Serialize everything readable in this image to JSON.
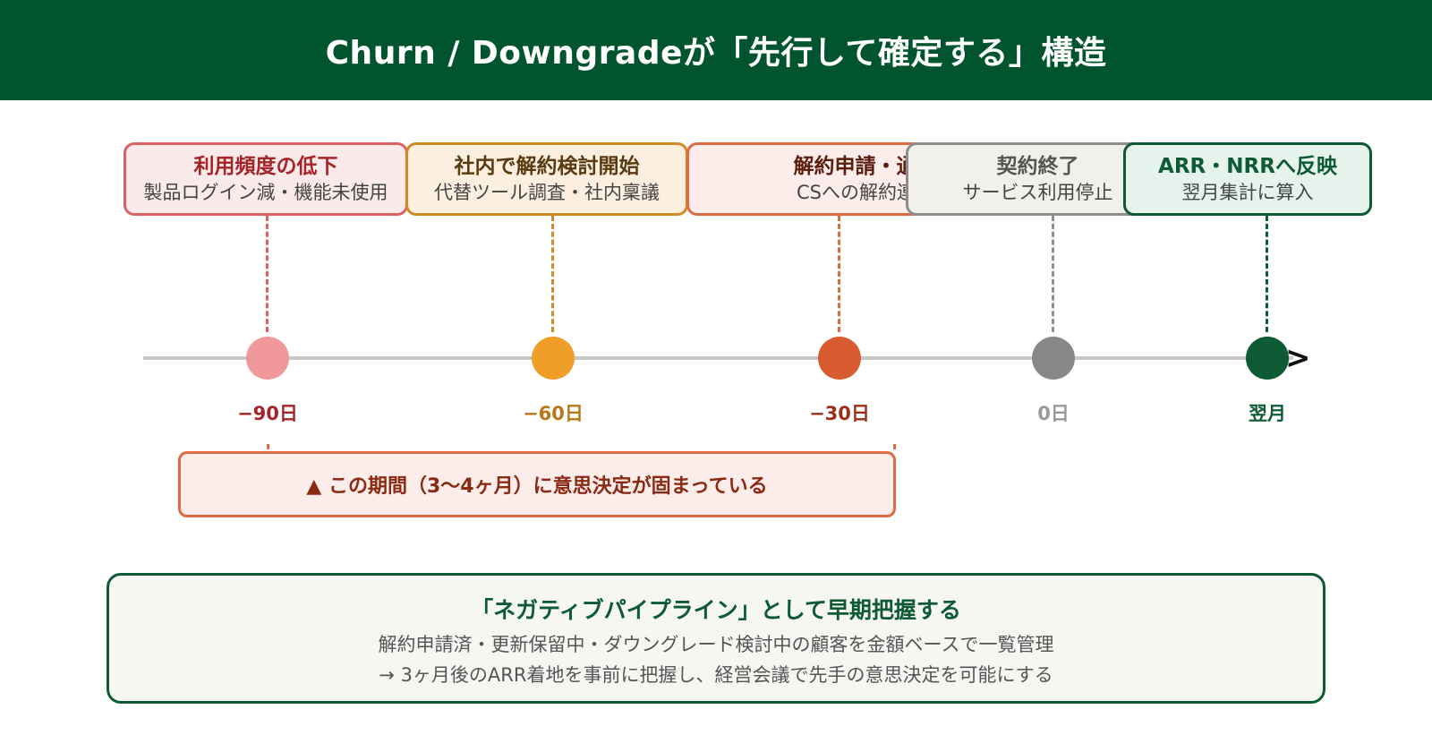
{
  "header": {
    "title": "Churn / Downgradeが「先行して確定する」構造",
    "bg_color": "#00552f"
  },
  "timeline": {
    "stages": [
      {
        "title": "利用頻度の低下",
        "subtitle": "製品ログイン減・機能未使用",
        "tick": "−90日",
        "color": "#f0989a",
        "border_color": "#de6264",
        "fill_color": "#fbeaea",
        "title_color": "#a5242a",
        "tick_color": "#a5242a"
      },
      {
        "title": "社内で解約検討開始",
        "subtitle": "代替ツール調査・社内稟議",
        "tick": "−60日",
        "color": "#ef9f27",
        "border_color": "#d28a24",
        "fill_color": "#fcefe0",
        "title_color": "#5a3a10",
        "tick_color": "#b97717"
      },
      {
        "title": "解約申請・通知",
        "subtitle": "CSへの解約連絡",
        "tick": "−30日",
        "color": "#d95b32",
        "border_color": "#df6b45",
        "fill_color": "#fcecea",
        "title_color": "#5a1d0d",
        "tick_color": "#9c2f16"
      },
      {
        "title": "契約終了",
        "subtitle": "サービス利用停止",
        "tick": "0日",
        "color": "#888888",
        "border_color": "#8e8e8e",
        "fill_color": "#f2f0ea",
        "title_color": "#555555",
        "tick_color": "#999999"
      },
      {
        "title": "ARR・NRRへ反映",
        "subtitle": "翌月集計に算入",
        "tick": "翌月",
        "color": "#0d5a35",
        "border_color": "#0d5a35",
        "fill_color": "#e5f3ec",
        "title_color": "#0d5a35",
        "tick_color": "#0d5a35"
      }
    ],
    "axis_arrow": ">"
  },
  "period_callout": {
    "text": "▲ この期間（3〜4ヶ月）に意思決定が固まっている"
  },
  "summary": {
    "title": "「ネガティブパイプライン」として早期把握する",
    "lines": [
      "解約申請済・更新保留中・ダウングレード検討中の顧客を金額ベースで一覧管理",
      "→ 3ヶ月後のARR着地を事前に把握し、経営会議で先手の意思決定を可能にする"
    ]
  }
}
